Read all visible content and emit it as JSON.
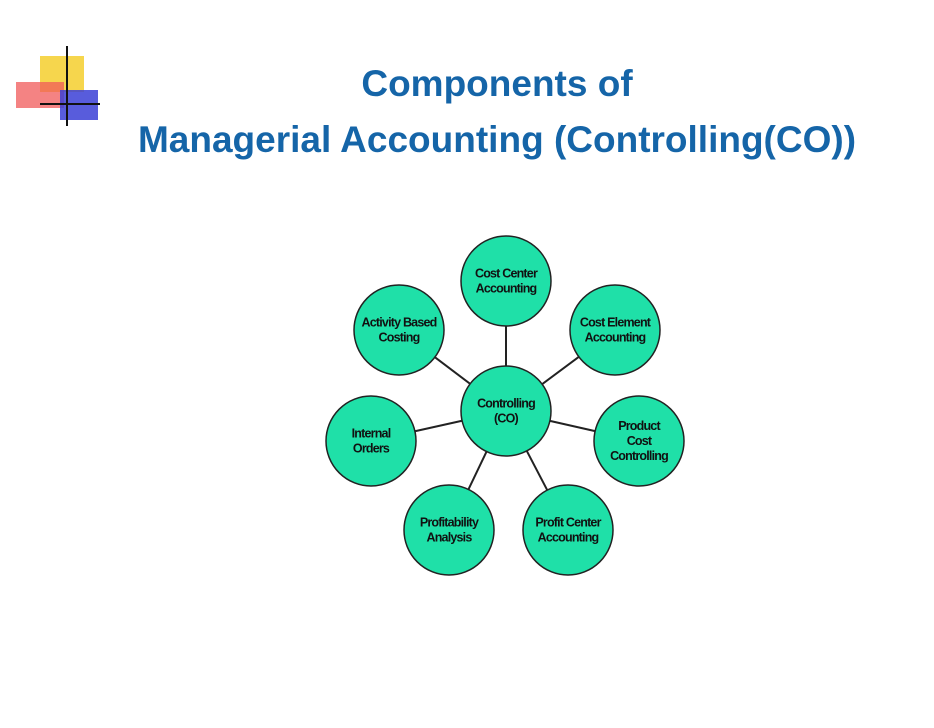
{
  "title": {
    "line1": "Components of",
    "line2": "Managerial Accounting (Controlling(CO))"
  },
  "diagram": {
    "center": {
      "lines": [
        "Controlling",
        "(CO)"
      ]
    },
    "components": [
      {
        "id": "cost-center-accounting",
        "lines": [
          "Cost Center",
          "Accounting"
        ]
      },
      {
        "id": "cost-element-accounting",
        "lines": [
          "Cost Element",
          "Accounting"
        ]
      },
      {
        "id": "product-cost-controlling",
        "lines": [
          "Product",
          "Cost",
          "Controlling"
        ]
      },
      {
        "id": "profit-center-accounting",
        "lines": [
          "Profit Center",
          "Accounting"
        ]
      },
      {
        "id": "profitability-analysis",
        "lines": [
          "Profitability",
          "Analysis"
        ]
      },
      {
        "id": "internal-orders",
        "lines": [
          "Internal",
          "Orders"
        ]
      },
      {
        "id": "activity-based-costing",
        "lines": [
          "Activity Based",
          "Costing"
        ]
      }
    ],
    "colors": {
      "node_fill": "#1fe0a8",
      "node_stroke": "#222222",
      "connector": "#222222",
      "title": "#1565a8"
    }
  }
}
